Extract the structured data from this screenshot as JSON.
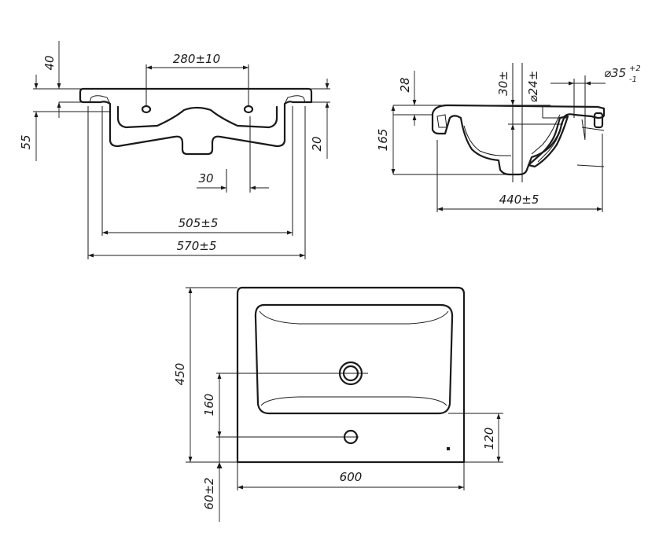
{
  "front_view": {
    "dim_top_height": "40",
    "dim_mount_distance": "280±10",
    "dim_left_height": "55",
    "dim_right_height": "20",
    "dim_center_offset": "30",
    "dim_inner_width": "505±5",
    "dim_overall_width": "570±5"
  },
  "side_view": {
    "dim_rim_height": "28",
    "dim_overflow_height": "30±",
    "dim_overflow_diameter": "⌀24±",
    "dim_drain_diameter": "⌀35",
    "dim_drain_tol_upper": "+2",
    "dim_drain_tol_lower": "-1",
    "dim_total_height": "165",
    "dim_depth": "440±5"
  },
  "top_view": {
    "dim_depth": "450",
    "dim_drain_pos": "160",
    "dim_tap_pos": "120",
    "dim_width": "600",
    "dim_offset": "60±2"
  }
}
